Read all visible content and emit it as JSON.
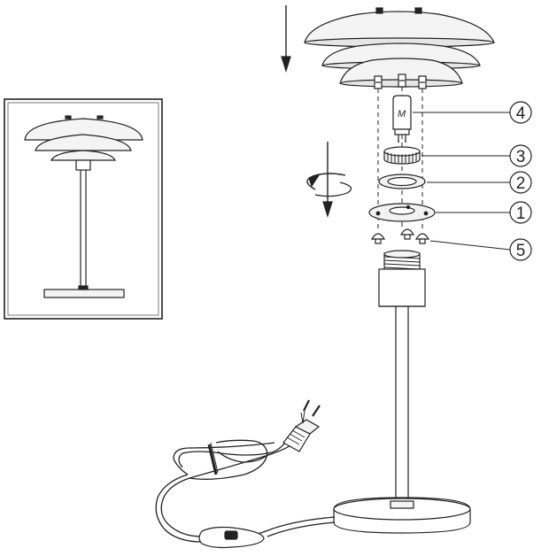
{
  "callouts": [
    {
      "id": "4",
      "label": "4"
    },
    {
      "id": "3",
      "label": "3"
    },
    {
      "id": "2",
      "label": "2"
    },
    {
      "id": "1",
      "label": "1"
    },
    {
      "id": "5",
      "label": "5"
    }
  ],
  "bulb_mark": "M",
  "colors": {
    "line": "#222222",
    "shade": "#f2f2f2",
    "dark": "#555555"
  }
}
